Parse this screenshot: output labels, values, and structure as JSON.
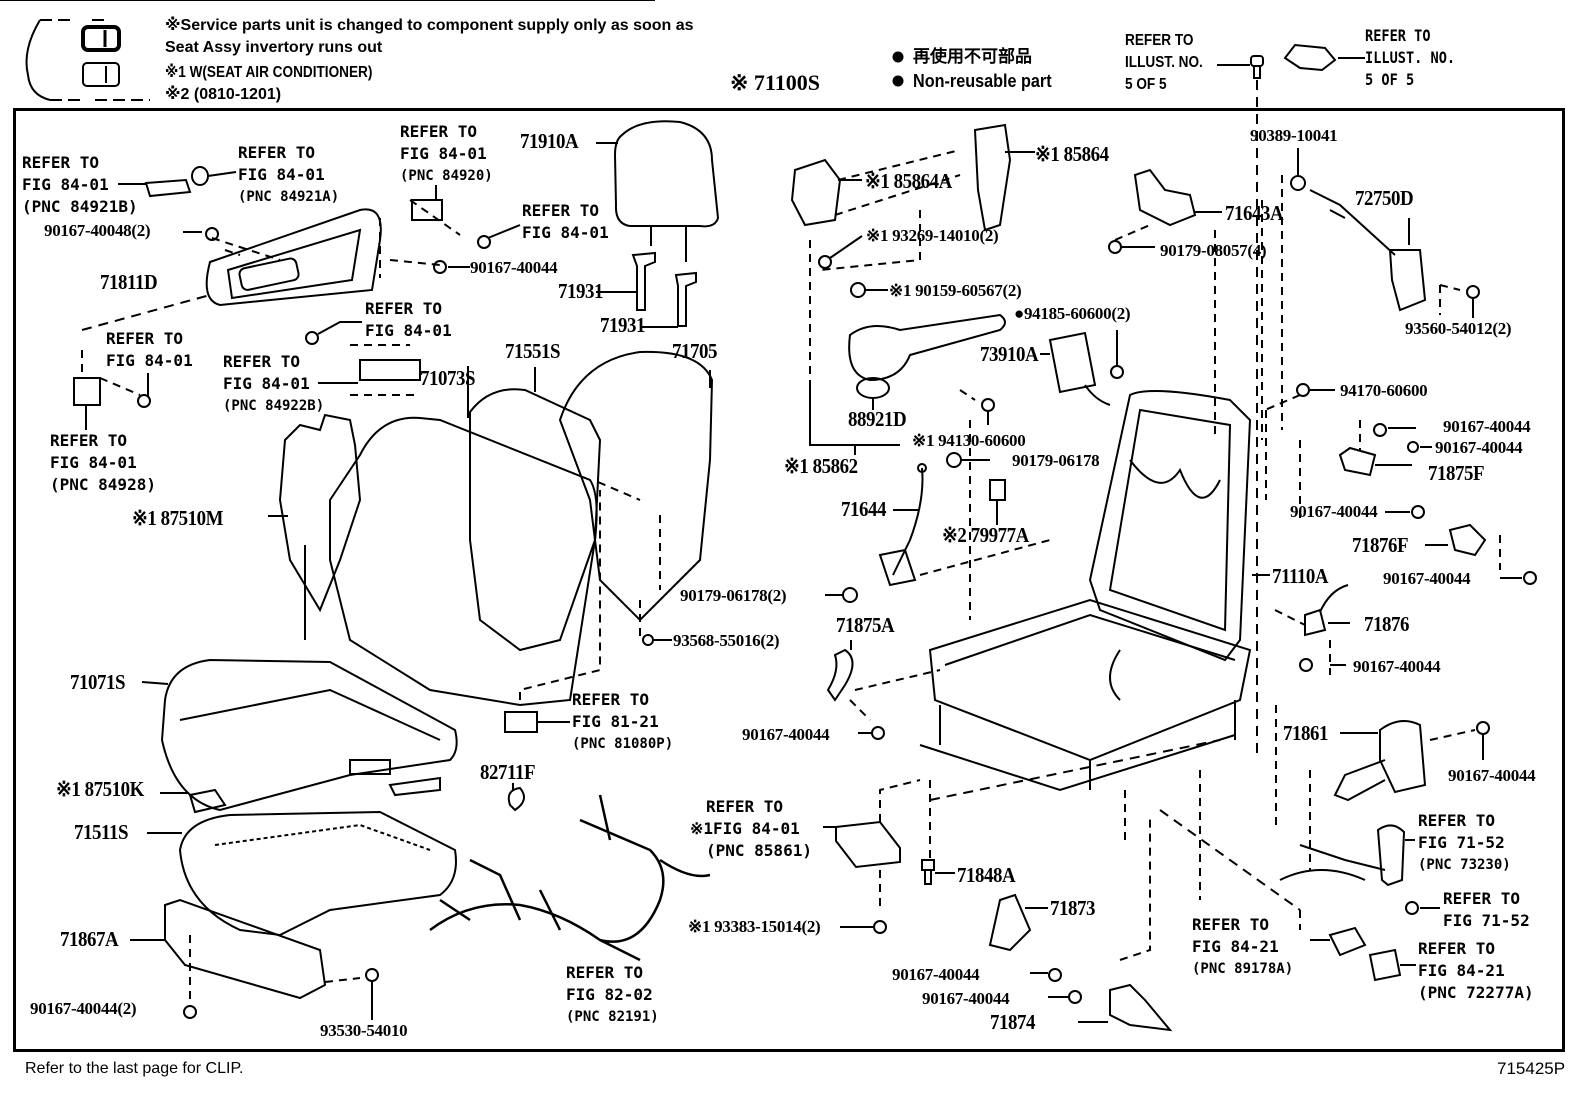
{
  "header": {
    "legend_notes": [
      "※Service parts unit is changed to component supply only as soon as",
      "Seat Assy invertory runs out",
      "※1 W(SEAT AIR CONDITIONER)",
      "※2 (0810-1201)"
    ],
    "assembly_label": "※ 71100S",
    "non_reusable_jp": "再使用不可部品",
    "non_reusable_en": "Non-reusable part",
    "refer_illust_left": [
      "REFER TO",
      "ILLUST. NO.",
      "5 OF 5"
    ],
    "refer_illust_right": [
      "REFER TO",
      "ILLUST. NO.",
      "5 OF 5"
    ]
  },
  "callouts": {
    "ref_84921B": [
      "REFER TO",
      "FIG 84-01",
      "(PNC 84921B)"
    ],
    "ref_84921A": [
      "REFER TO",
      "FIG 84-01",
      "(PNC 84921A)"
    ],
    "ref_84920": [
      "REFER TO",
      "FIG 84-01",
      "(PNC 84920)"
    ],
    "ref_84_01_a": [
      "REFER TO",
      "FIG 84-01"
    ],
    "ref_84_01_b": [
      "REFER TO",
      "FIG 84-01"
    ],
    "ref_84_01_c": [
      "REFER TO",
      "FIG 84-01"
    ],
    "ref_84922B": [
      "REFER TO",
      "FIG 84-01",
      "(PNC 84922B)"
    ],
    "ref_84928": [
      "REFER TO",
      "FIG 84-01",
      "(PNC 84928)"
    ],
    "ref_81080P": [
      "REFER TO",
      "FIG 81-21",
      "(PNC 81080P)"
    ],
    "ref_85861": [
      "REFER TO",
      "※1FIG 84-01",
      "(PNC 85861)"
    ],
    "ref_82191": [
      "REFER TO",
      "FIG 82-02",
      "(PNC 82191)"
    ],
    "ref_73230": [
      "REFER TO",
      "FIG 71-52",
      "(PNC 73230)"
    ],
    "ref_71_52": [
      "REFER TO",
      "FIG 71-52"
    ],
    "ref_89178A": [
      "REFER TO",
      "FIG 84-21",
      "(PNC 89178A)"
    ],
    "ref_72277A": [
      "REFER TO",
      "FIG 84-21",
      "(PNC 72277A)"
    ]
  },
  "parts": {
    "p90167_40048_2": "90167-40048(2)",
    "p71811D": "71811D",
    "p90167_40044_a": "90167-40044",
    "p71910A": "71910A",
    "p71931_a": "71931",
    "p71931_b": "71931",
    "p71551S": "71551S",
    "p71705": "71705",
    "p71073S": "71073S",
    "p187510M": "※1 87510M",
    "p71071S": "71071S",
    "p187510K": "※1 87510K",
    "p71511S": "71511S",
    "p71867A": "71867A",
    "p90167_40044_2": "90167-40044(2)",
    "p93530_54010": "93530-54010",
    "p93568_55016_2": "93568-55016(2)",
    "p82711F": "82711F",
    "p193383_15014_2": "※1 93383-15014(2)",
    "p185864": "※1 85864",
    "p185864A": "※1 85864A",
    "p193269_14010_2": "※1 93269-14010(2)",
    "p190159_60567_2": "※1 90159-60567(2)",
    "p94185_60600_2": "●94185-60600(2)",
    "p73910A": "73910A",
    "p88921D": "88921D",
    "p194130_60600": "※1 94130-60600",
    "p185862": "※1 85862",
    "p90179_06178": "90179-06178",
    "p71644": "71644",
    "p279977A": "※2 79977A",
    "p90179_06178_2": "90179-06178(2)",
    "p71875A": "71875A",
    "p90167_40044_b": "90167-40044",
    "p71643A": "71643A",
    "p90179_08057_4": "90179-08057(4)",
    "p90389_10041": "90389-10041",
    "p72750D": "72750D",
    "p93560_54012_2": "93560-54012(2)",
    "p94170_60600": "94170-60600",
    "p90167_40044_c": "90167-40044",
    "p90167_40044_d": "90167-40044",
    "p71875F": "71875F",
    "p90167_40044_e": "90167-40044",
    "p71876F": "71876F",
    "p90167_40044_f": "90167-40044",
    "p71110A": "71110A",
    "p71876": "71876",
    "p90167_40044_g": "90167-40044",
    "p71861": "71861",
    "p90167_40044_h": "90167-40044",
    "p71848A": "71848A",
    "p71873": "71873",
    "p90167_40044_i": "90167-40044",
    "p90167_40044_j": "90167-40044",
    "p71874": "71874"
  },
  "footer": {
    "clip_note": "Refer to the last page for CLIP.",
    "illustration_id": "715425P"
  }
}
